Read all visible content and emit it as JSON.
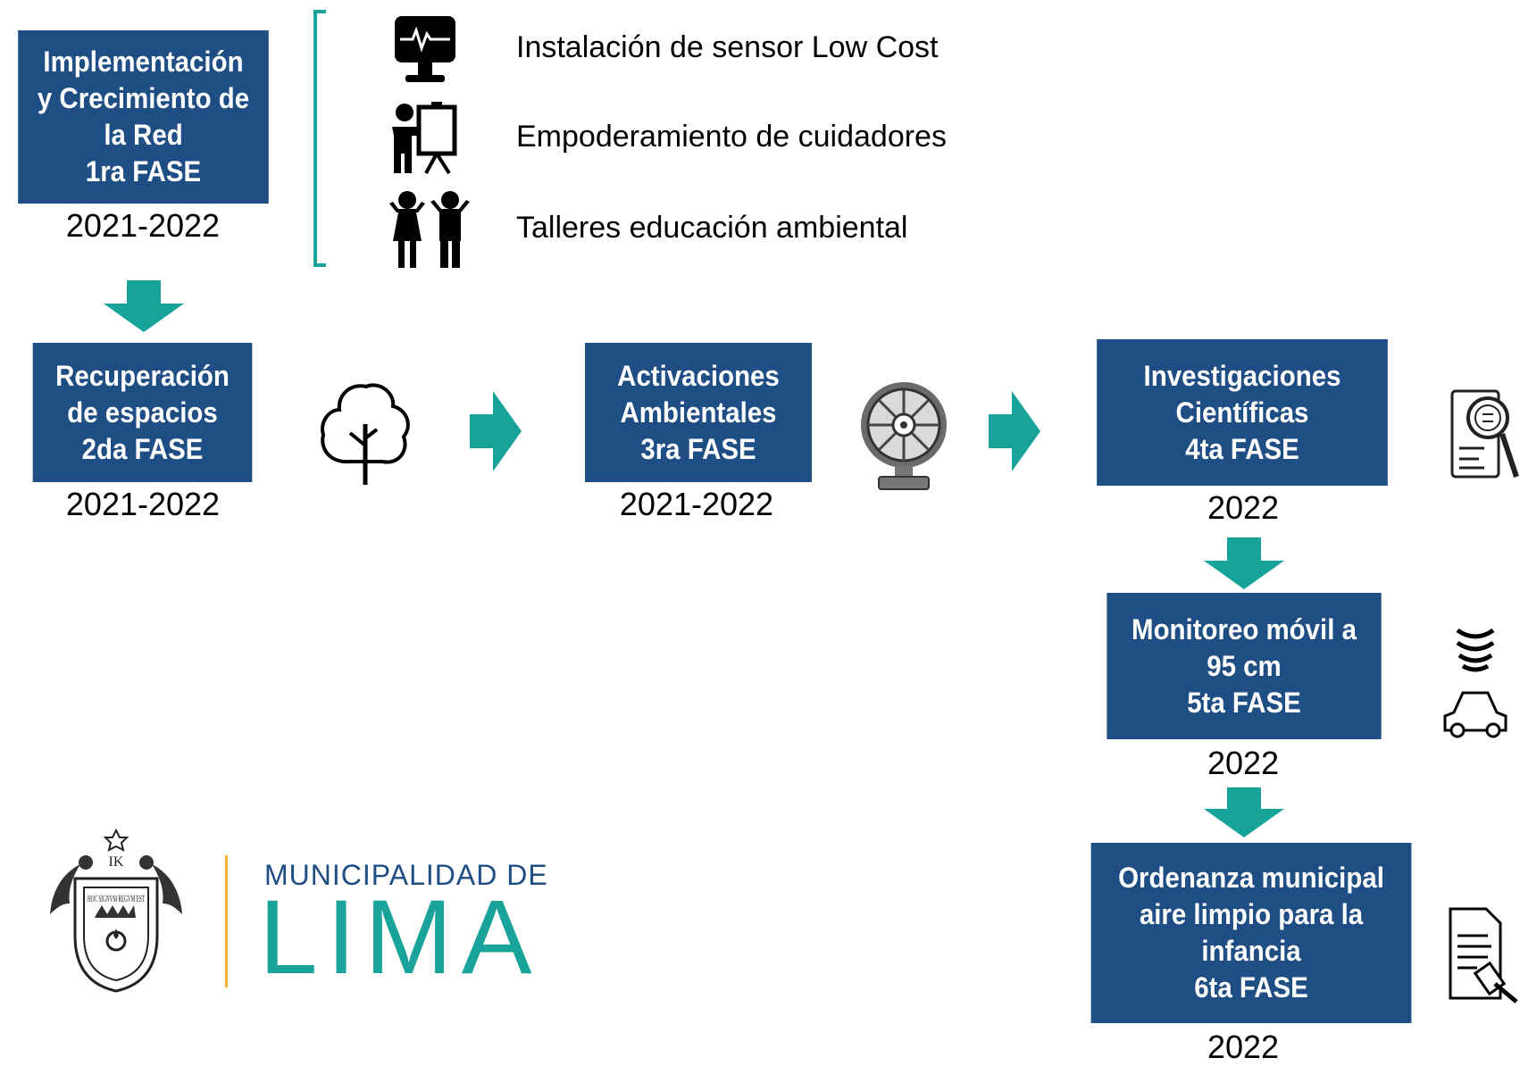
{
  "phases": [
    {
      "lines": [
        "Implementación",
        "y Crecimiento de",
        "la Red",
        "1ra FASE"
      ],
      "year": "2021-2022"
    },
    {
      "lines": [
        "Recuperación",
        "de espacios",
        "2da FASE"
      ],
      "year": "2021-2022"
    },
    {
      "lines": [
        "Activaciones",
        "Ambientales",
        "3ra FASE"
      ],
      "year": "2021-2022"
    },
    {
      "lines": [
        "Investigaciones",
        "Científicas",
        "4ta FASE"
      ],
      "year": "2022"
    },
    {
      "lines": [
        "Monitoreo móvil a",
        "95 cm",
        "5ta FASE"
      ],
      "year": "2022"
    },
    {
      "lines": [
        "Ordenanza municipal",
        "aire limpio para la",
        "infancia",
        "6ta FASE"
      ],
      "year": "2022"
    }
  ],
  "activities": [
    {
      "label": "Instalación de sensor Low Cost",
      "icon": "monitor-pulse-icon"
    },
    {
      "label": "Empoderamiento de cuidadores",
      "icon": "teacher-board-icon"
    },
    {
      "label": "Talleres educación ambiental",
      "icon": "children-icon"
    }
  ],
  "icons": {
    "phase2": "tree-icon",
    "phase3": "prize-wheel-icon",
    "phase4": "document-search-icon",
    "phase5": "car-signal-icon",
    "phase6": "document-gavel-icon"
  },
  "logo": {
    "line1": "MUNICIPALIDAD DE",
    "line2": "LIMA",
    "seal_text": "HOC SIGNVM REGVM EST",
    "seal_top": "IK"
  },
  "colors": {
    "box": "#1f4e84",
    "arrow": "#17a39a",
    "logo_blue": "#1f4e84",
    "logo_teal": "#19a39a",
    "divider": "#f0b43c"
  }
}
